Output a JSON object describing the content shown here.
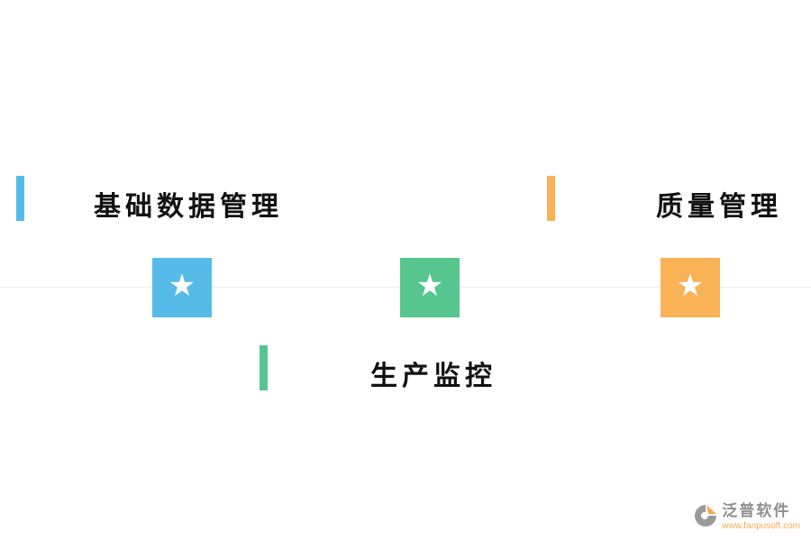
{
  "diagram": {
    "line_color": "#ececec",
    "star_glyph": "★",
    "nodes": [
      {
        "id": "basic-data",
        "label": "基础数据管理",
        "color": "#56bbe9"
      },
      {
        "id": "production-monitor",
        "label": "生产监控",
        "color": "#57c68e"
      },
      {
        "id": "quality-management",
        "label": "质量管理",
        "color": "#f9b255"
      }
    ]
  },
  "watermark": {
    "brand": "泛普软件",
    "url": "www.fanpusoft.com",
    "brand_color": "#8e8e8e",
    "accent_color": "#f7a84d"
  }
}
